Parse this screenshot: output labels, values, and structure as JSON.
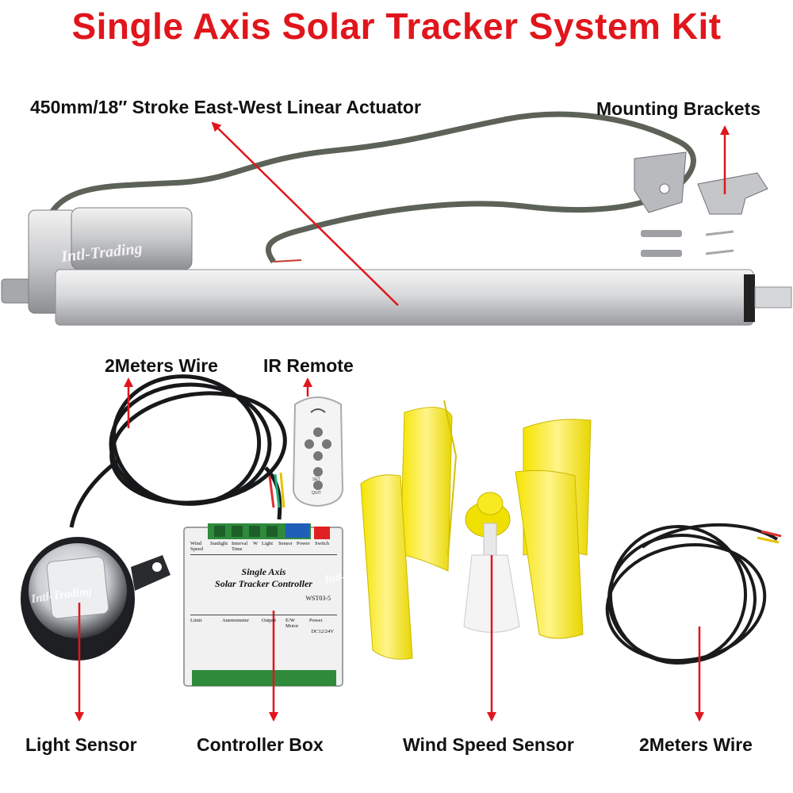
{
  "title": "Single Axis Solar Tracker System Kit",
  "accent_color": "#e0161c",
  "labels": {
    "actuator": "450mm/18″  Stroke East-West Linear Actuator",
    "brackets": "Mounting Brackets",
    "wire_left": "2Meters Wire",
    "remote": "IR Remote",
    "light_sensor": "Light Sensor",
    "controller": "Controller Box",
    "wind_sensor": "Wind Speed Sensor",
    "wire_right": "2Meters Wire"
  },
  "watermark": "Intl-Trading",
  "controller_panel": {
    "top_left": "Wind Speed",
    "top_sun": "Sunlight",
    "top_interval": "Interval Time",
    "top_w": "W",
    "top_light": "Light",
    "top_sensor": "Sensor",
    "top_power": "Power",
    "top_switch": "Switch",
    "name_line1": "Single Axis",
    "name_line2": "Solar Tracker Controller",
    "model": "WST03-5",
    "bottom_limit": "Limit",
    "bottom_anemometer": "Anemometer",
    "bottom_output": "Output",
    "bottom_motor": "E/W Motor",
    "bottom_power": "Power",
    "bottom_voltage": "DC12/24V"
  },
  "remote_buttons": [
    "SET",
    "QUIT"
  ]
}
